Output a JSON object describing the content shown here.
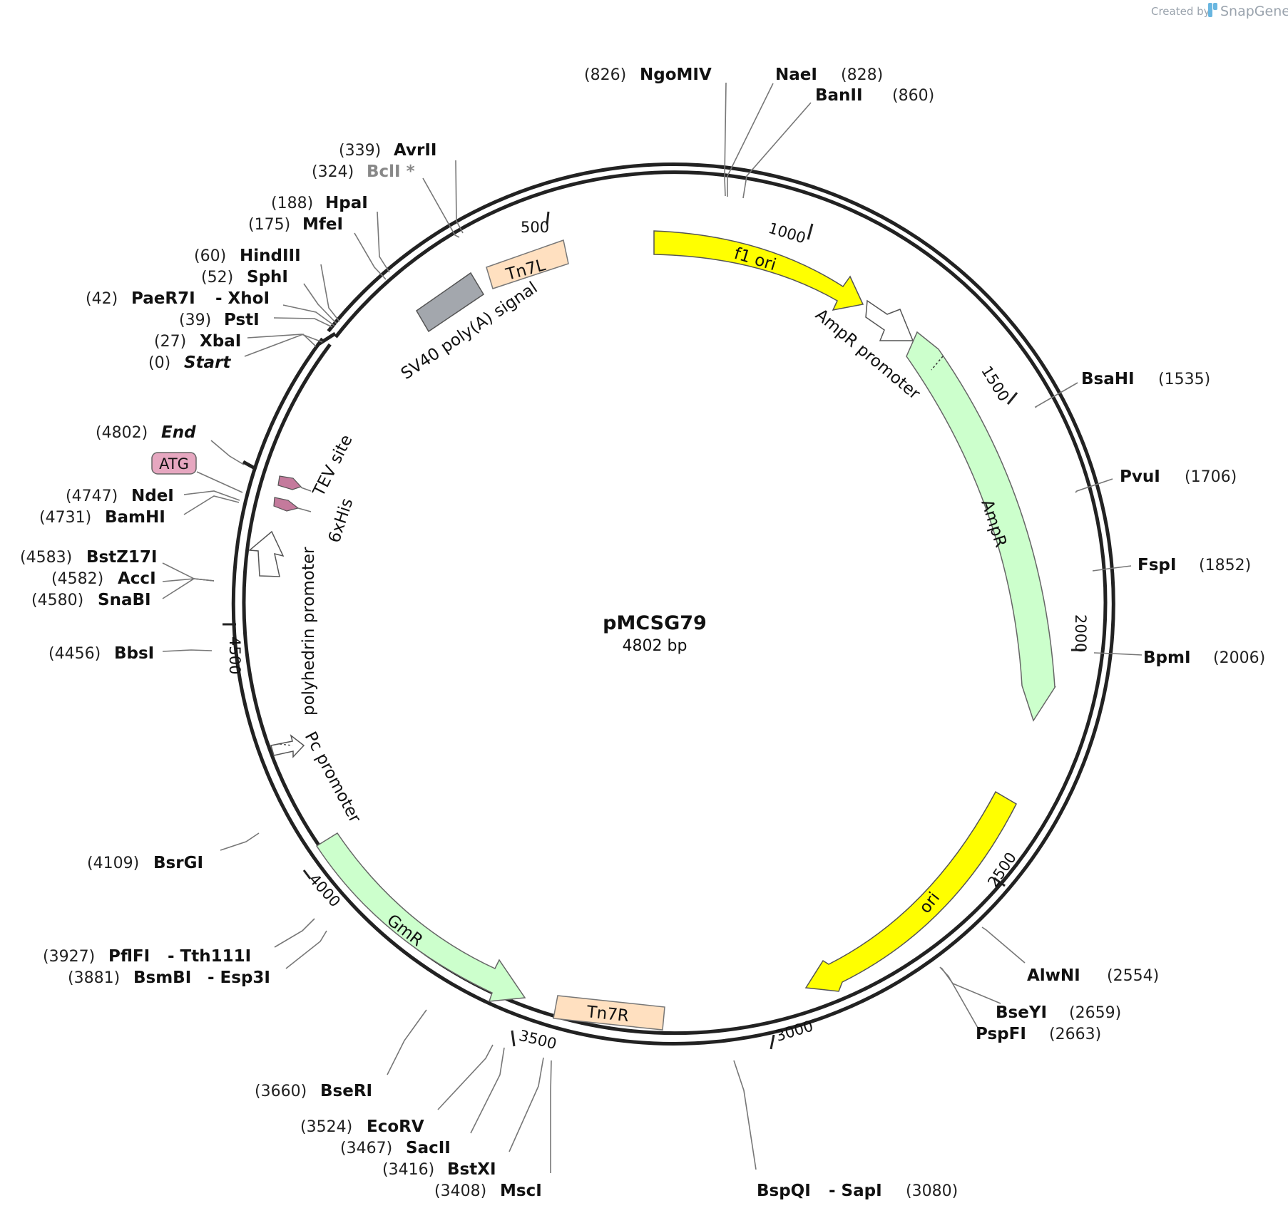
{
  "plasmid": {
    "name": "pMCSG79",
    "size_label": "4802 bp"
  },
  "credit": {
    "created_by": "Created by",
    "brand": "SnapGene"
  },
  "ticks": [
    "500",
    "1000",
    "1500",
    "2000",
    "2500",
    "3000",
    "3500",
    "4000",
    "4500"
  ],
  "features": {
    "sv40": "SV40 poly(A) signal",
    "tn7l": "Tn7L",
    "f1ori": "f1 ori",
    "ampr_promoter": "AmpR promoter",
    "ampr": "AmpR",
    "ori": "ori",
    "tn7r": "Tn7R",
    "gmr": "GmR",
    "pc_promoter": "Pc promoter",
    "polyhedrin": "polyhedrin promoter",
    "sixhis": "6xHis",
    "tev": "TEV site",
    "atg": "ATG"
  },
  "sites": [
    {
      "pos": "(826)",
      "name": "NgoMIV"
    },
    {
      "pos": "(828)",
      "name": "NaeI"
    },
    {
      "pos": "(860)",
      "name": "BanII"
    },
    {
      "pos": "(339)",
      "name": "AvrII"
    },
    {
      "pos": "(324)",
      "name": "BclI *"
    },
    {
      "pos": "(188)",
      "name": "HpaI"
    },
    {
      "pos": "(175)",
      "name": "MfeI"
    },
    {
      "pos": "(60)",
      "name": "HindIII"
    },
    {
      "pos": "(52)",
      "name": "SphI"
    },
    {
      "pos": "(42)",
      "name": "PaeR7I",
      "name2": "- XhoI"
    },
    {
      "pos": "(39)",
      "name": "PstI"
    },
    {
      "pos": "(27)",
      "name": "XbaI"
    },
    {
      "pos": "(0)",
      "name": "Start"
    },
    {
      "pos": "(4802)",
      "name": "End"
    },
    {
      "pos": "(4747)",
      "name": "NdeI"
    },
    {
      "pos": "(4731)",
      "name": "BamHI"
    },
    {
      "pos": "(4583)",
      "name": "BstZ17I"
    },
    {
      "pos": "(4582)",
      "name": "AccI"
    },
    {
      "pos": "(4580)",
      "name": "SnaBI"
    },
    {
      "pos": "(4456)",
      "name": "BbsI"
    },
    {
      "pos": "(4109)",
      "name": "BsrGI"
    },
    {
      "pos": "(3927)",
      "name": "PflFI",
      "name2": "- Tth111I"
    },
    {
      "pos": "(3881)",
      "name": "BsmBI",
      "name2": "- Esp3I"
    },
    {
      "pos": "(3660)",
      "name": "BseRI"
    },
    {
      "pos": "(3524)",
      "name": "EcoRV"
    },
    {
      "pos": "(3467)",
      "name": "SacII"
    },
    {
      "pos": "(3416)",
      "name": "BstXI"
    },
    {
      "pos": "(3408)",
      "name": "MscI"
    },
    {
      "pos": "(3080)",
      "name": "BspQI",
      "name2": "- SapI"
    },
    {
      "pos": "(2554)",
      "name": "AlwNI"
    },
    {
      "pos": "(2659)",
      "name": "BseYI"
    },
    {
      "pos": "(2663)",
      "name": "PspFI"
    },
    {
      "pos": "(1535)",
      "name": "BsaHI"
    },
    {
      "pos": "(1706)",
      "name": "PvuI"
    },
    {
      "pos": "(1852)",
      "name": "FspI"
    },
    {
      "pos": "(2006)",
      "name": "BpmI"
    }
  ],
  "colors": {
    "backbone": "#222222",
    "f1ori": "#ffff00",
    "ori": "#ffff00",
    "ampr": "#ccffcc",
    "gmr": "#ccffcc",
    "tn7": "#ffe0c0",
    "sv40": "#a3a7ad",
    "his_tev": "#c47a9c",
    "atg": "#e6a7c0"
  }
}
